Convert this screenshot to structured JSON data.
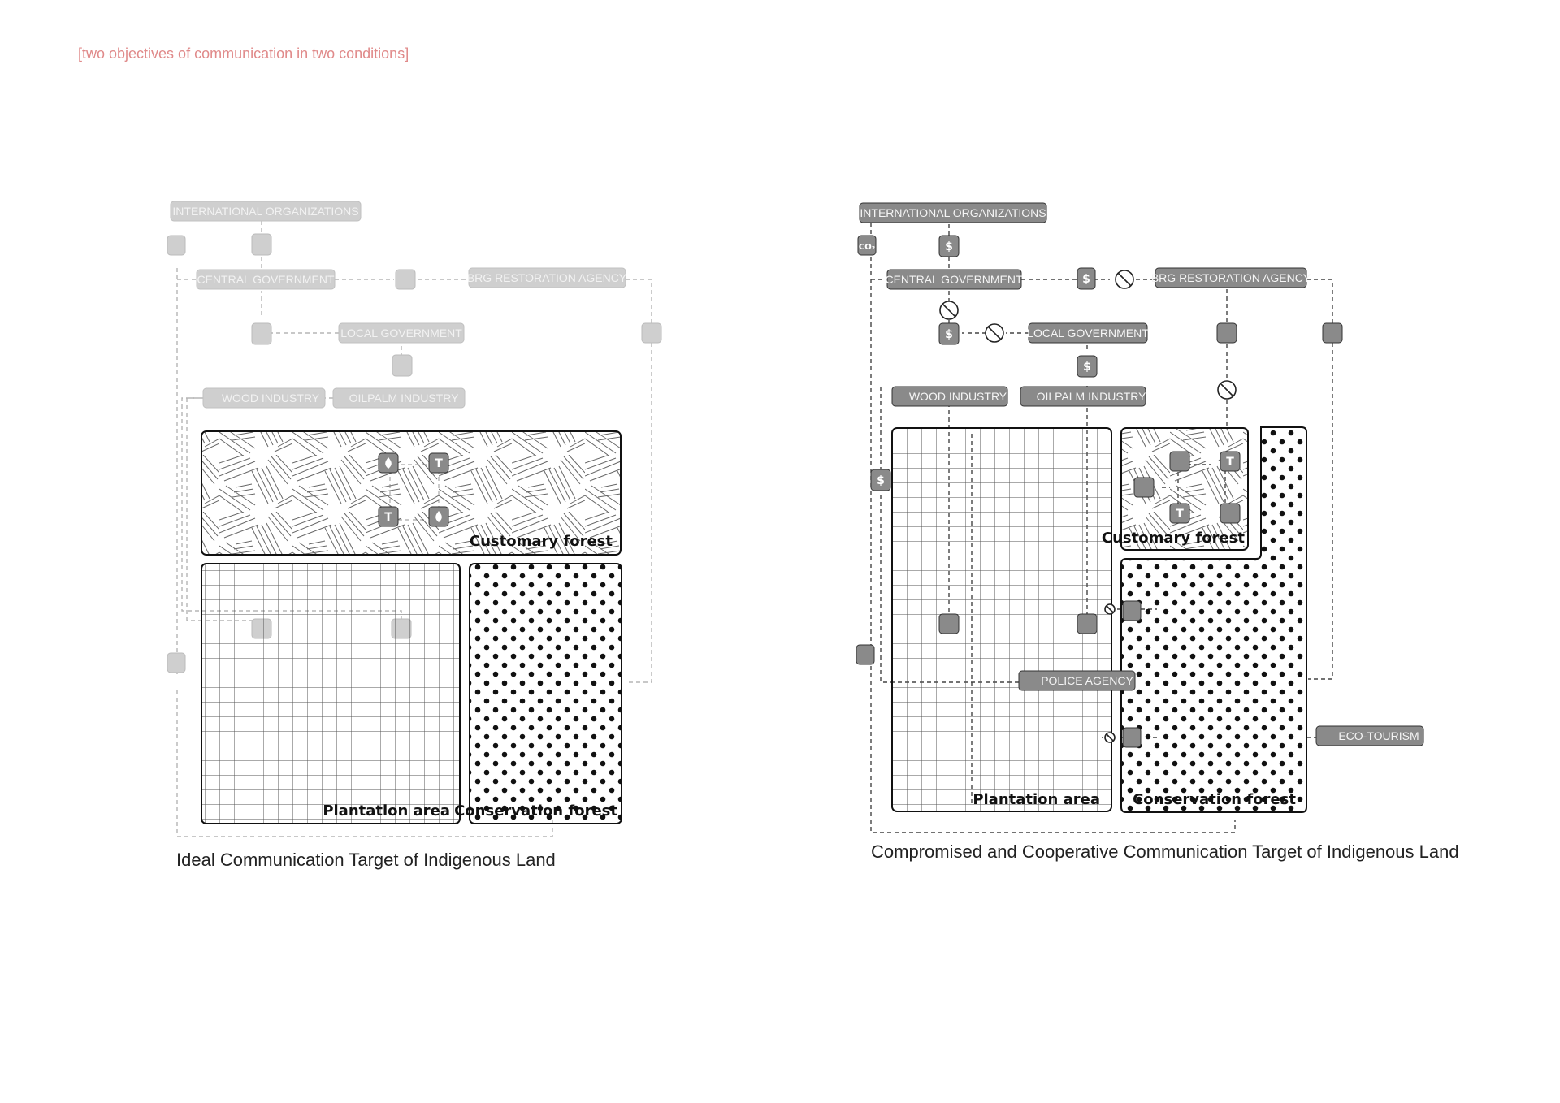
{
  "page_title": "[two objectives of communication in two conditions]",
  "left": {
    "caption": "Ideal Communication Target of Indigenous Land",
    "nodes": {
      "intl": "INTERNATIONAL ORGANIZATIONS",
      "central": "CENTRAL GOVERNMENT",
      "brg": "BRG RESTORATION AGENCY",
      "local": "LOCAL GOVERNMENT",
      "wood": "WOOD INDUSTRY",
      "oilpalm": "OILPALM INDUSTRY"
    },
    "areas": {
      "customary": "Customary forest",
      "plantation": "Plantation area",
      "conservation": "Conservation forest"
    }
  },
  "right": {
    "caption": "Compromised and Cooperative Communication Target of Indigenous Land",
    "nodes": {
      "intl": "INTERNATIONAL ORGANIZATIONS",
      "central": "CENTRAL GOVERNMENT",
      "brg": "BRG RESTORATION AGENCY",
      "local": "LOCAL GOVERNMENT",
      "wood": "WOOD INDUSTRY",
      "oilpalm": "OILPALM INDUSTRY",
      "police": "POLICE AGENCY",
      "eco": "ECO-TOURISM"
    },
    "areas": {
      "customary": "Customary forest",
      "plantation": "Plantation area",
      "conservation": "Conservation forest"
    }
  },
  "icons": {
    "dollar": "$",
    "tree_t": "T",
    "co2": "CO₂"
  },
  "colors": {
    "title": "#e08a8a",
    "faded_fill": "#cfcfcf",
    "faded_text": "#f2f2f2",
    "active_fill": "#8a8a8a",
    "active_border": "#333333"
  }
}
